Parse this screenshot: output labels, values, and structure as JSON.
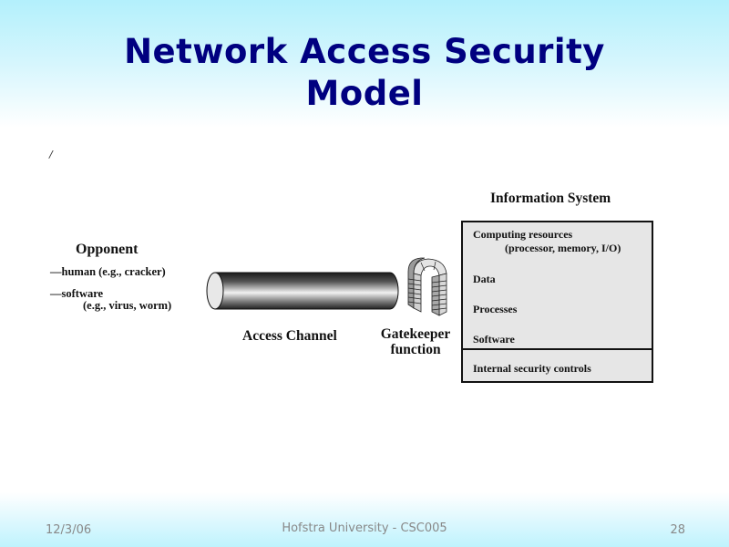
{
  "slide": {
    "title_line1": "Network Access Security",
    "title_line2": "Model",
    "stray_mark": "/"
  },
  "diagram": {
    "opponent": {
      "title": "Opponent",
      "items": [
        "—human (e.g., cracker)",
        "—software",
        "(e.g., virus, worm)"
      ]
    },
    "channel": {
      "label": "Access Channel"
    },
    "gatekeeper": {
      "label_line1": "Gatekeeper",
      "label_line2": "function"
    },
    "information_system": {
      "title": "Information System",
      "items": [
        "Computing resources",
        "(processor, memory, I/O)",
        "Data",
        "Processes",
        "Software"
      ],
      "internal_controls": "Internal security controls"
    }
  },
  "footer": {
    "date": "12/3/06",
    "center": "Hofstra University - CSC005",
    "page": "28"
  },
  "colors": {
    "title": "#000080",
    "box_fill": "#e6e6e6",
    "top_gradient": "#b3f0fc"
  }
}
